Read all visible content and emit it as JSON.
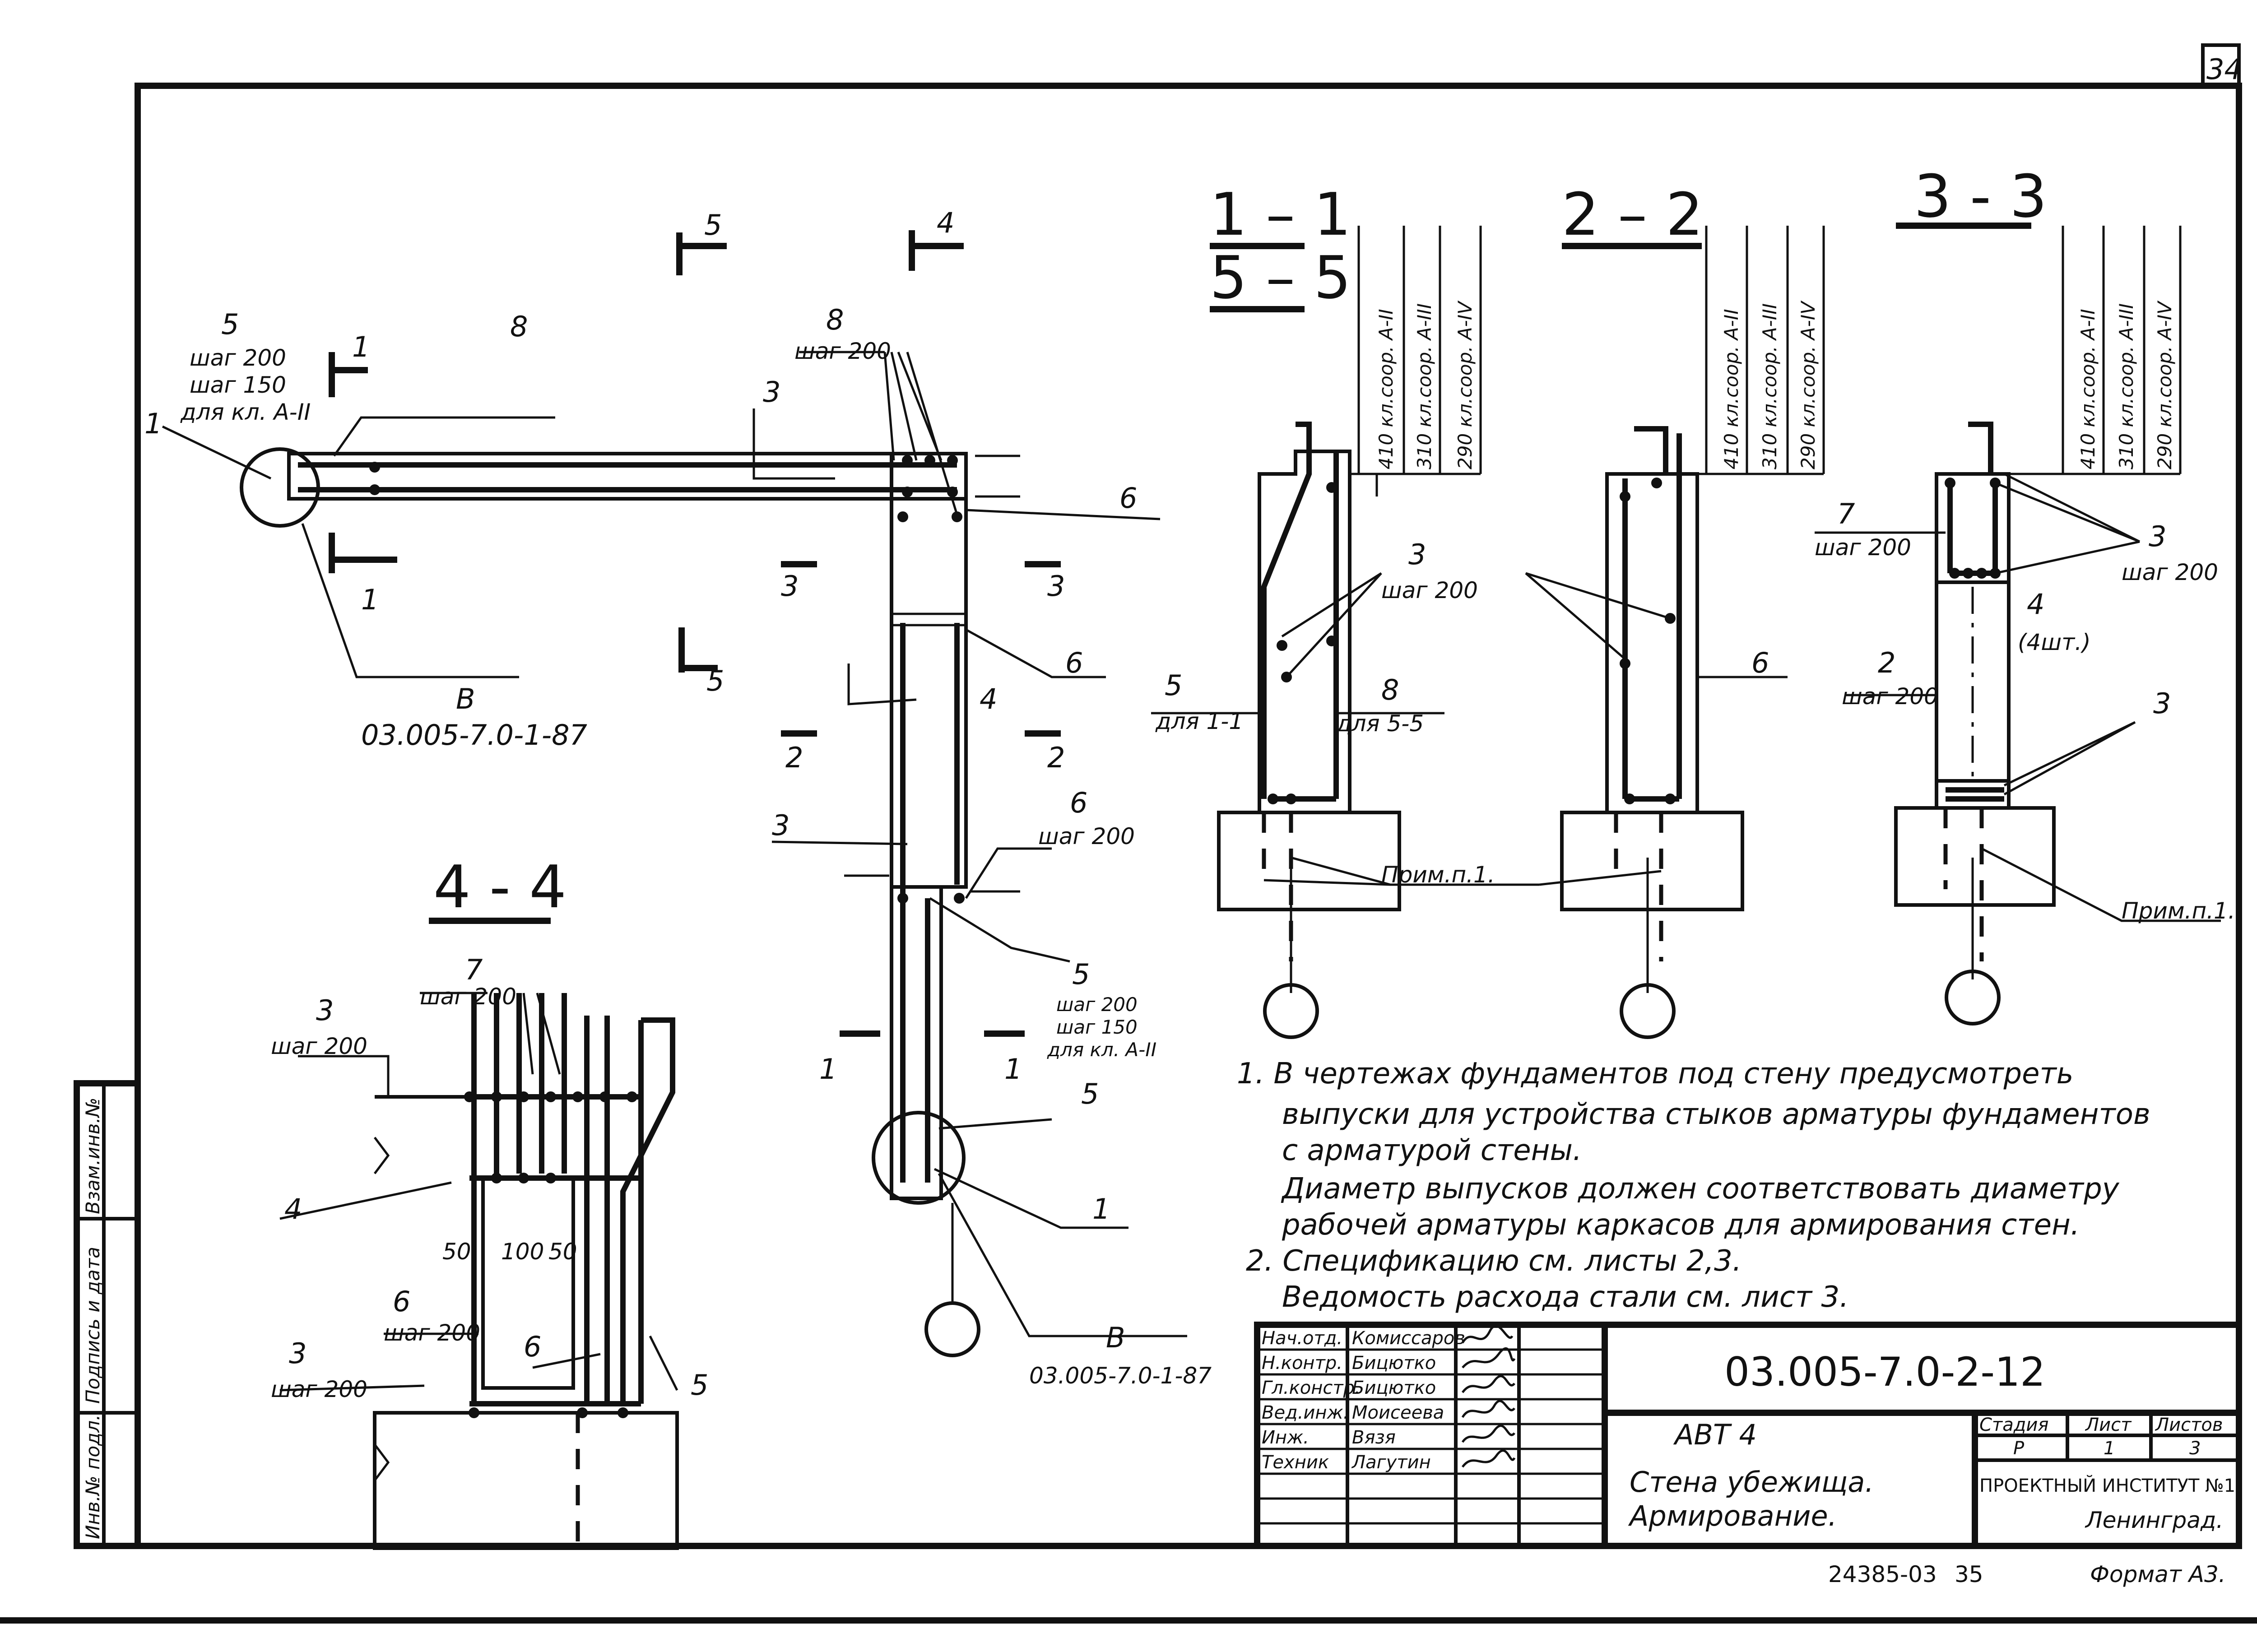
{
  "sheet_corner_number": "34",
  "labels": {
    "n1": "1",
    "n2": "2",
    "n3": "3",
    "n4": "4",
    "n5": "5",
    "n6": "6",
    "n7": "7",
    "n8": "8",
    "B": "В",
    "ref_code": "03.005-7.0-1-87",
    "step200": "шаг 200",
    "step150": "шаг 150",
    "for_class_AII": "для кл. А-II",
    "for_1_1": "для 1-1",
    "for_5_5": "для 5-5",
    "four_pcs": "(4шт.)",
    "prim": "Прим.п.1.",
    "dim50": "50",
    "dim100": "100"
  },
  "sections": {
    "s11": "1 – 1",
    "s55": "5 – 5",
    "s22": "2 – 2",
    "s33": "3 - 3",
    "s44": "4 - 4"
  },
  "column_headers": {
    "c410": "410 кл.соор. А-II",
    "c310": "310 кл.соор. А-III",
    "c290": "290 кл.соор. А-IV"
  },
  "notes": [
    "1. В чертежах фундаментов под стену предусмотреть",
    "выпуски для устройства стыков арматуры фундаментов",
    "с арматурой стены.",
    "Диаметр выпусков должен соответствовать диаметру",
    "рабочей арматуры каркасов для армирования стен.",
    "2. Спецификацию см. листы 2,3.",
    "Ведомость расхода стали см. лист 3."
  ],
  "title_block": {
    "roles": [
      "Нач.отд.",
      "Н.контр.",
      "Гл.констр.",
      "Вед.инж.",
      "Инж.",
      "Техник"
    ],
    "names": [
      "Комиссаров",
      "Бицютко",
      "Бицютко",
      "Моисеева",
      "Вязя",
      "Лагутин"
    ],
    "code": "03.005-7.0-2-12",
    "project": "АВТ 4",
    "title_line1": "Стена убежища.",
    "title_line2": "Армирование.",
    "stage_header": "Стадия",
    "sheet_header": "Лист",
    "sheets_header": "Листов",
    "stage": "Р",
    "sheet": "1",
    "sheets": "3",
    "org_line1": "ПРОЕКТНЫЙ ИНСТИТУТ №1",
    "org_line2": "Ленинград."
  },
  "side_stamp": [
    "Инв.№ подл.",
    "Подпись и дата",
    "Взам.инв.№"
  ],
  "bottom": {
    "archive_no": "24385-03",
    "page_no": "35",
    "format": "Формат А3."
  }
}
